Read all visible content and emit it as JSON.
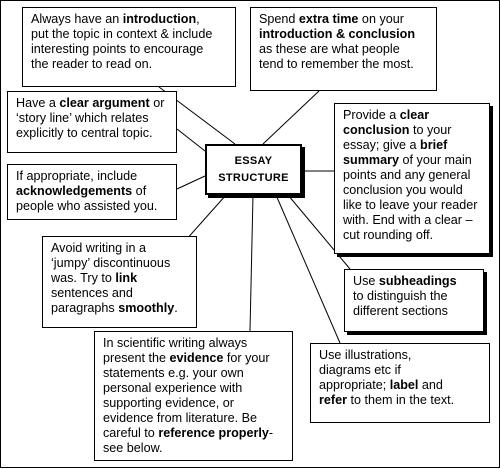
{
  "center": {
    "line1": "ESSAY",
    "line2": "STRUCTURE"
  },
  "boxes": {
    "introduction": [
      [
        "Always have an ",
        "introduction",
        ","
      ],
      [
        "put the topic in context & include"
      ],
      [
        "interesting points to encourage"
      ],
      [
        "the reader to read on."
      ]
    ],
    "extra_time": [
      [
        "Spend ",
        "extra time",
        " on your"
      ],
      [
        "",
        "introduction & conclusion",
        ""
      ],
      [
        "as these are what people"
      ],
      [
        "tend to remember the most."
      ]
    ],
    "argument": [
      [
        "Have a ",
        "clear argument",
        " or"
      ],
      [
        "‘story line’ which relates"
      ],
      [
        "explicitly to central topic."
      ]
    ],
    "conclusion": [
      [
        "Provide a ",
        "clear",
        ""
      ],
      [
        "",
        "conclusion",
        " to your"
      ],
      [
        "essay; give a ",
        "brief",
        ""
      ],
      [
        "",
        "summary",
        " of your main"
      ],
      [
        "points and any general"
      ],
      [
        "conclusion you would"
      ],
      [
        "like to leave your reader"
      ],
      [
        "with.  End with a clear –"
      ],
      [
        "cut rounding off."
      ]
    ],
    "acknowledgements": [
      [
        "If appropriate, include"
      ],
      [
        "",
        "acknowledgements",
        " of"
      ],
      [
        "people who assisted you."
      ]
    ],
    "jumpy": [
      [
        "Avoid writing in a"
      ],
      [
        "‘jumpy’ discontinuous"
      ],
      [
        "was.  Try to ",
        "link",
        ""
      ],
      [
        "sentences and"
      ],
      [
        "paragraphs ",
        "smoothly",
        "."
      ]
    ],
    "subheadings": [
      [
        "Use ",
        "subheadings",
        ""
      ],
      [
        "to distinguish the"
      ],
      [
        "different sections"
      ]
    ],
    "evidence": [
      [
        "In scientific writing always"
      ],
      [
        "present the ",
        "evidence",
        " for your"
      ],
      [
        "statements e.g. your own"
      ],
      [
        "personal experience with"
      ],
      [
        "supporting evidence, or"
      ],
      [
        "evidence from literature.   Be"
      ],
      [
        "careful to ",
        "reference properly",
        "-"
      ],
      [
        "see below."
      ]
    ],
    "illustrations": [
      [
        "Use illustrations,"
      ],
      [
        "diagrams etc if"
      ],
      [
        "appropriate; ",
        "label",
        " and"
      ],
      [
        "",
        "refer",
        " to them in the text."
      ]
    ]
  }
}
